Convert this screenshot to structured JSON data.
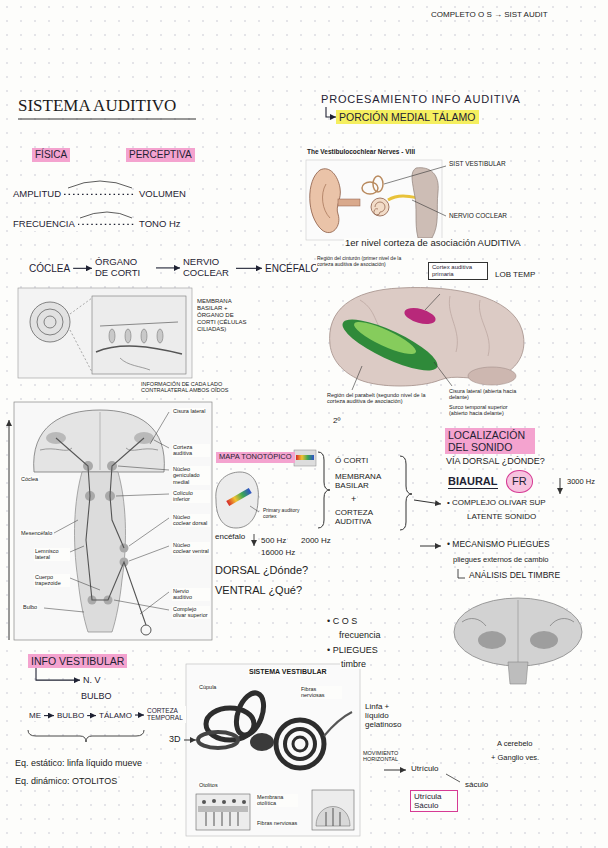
{
  "diagram": {
    "title": "SISTEMA AUDITIVO",
    "nodes": [
      {
        "text": [
          "PROCESAMIENTO INFO AUDITIVA"
        ]
      },
      {
        "text": [
          "PORCIÓN MEDIAL TÁLAMO"
        ]
      },
      {
        "text": [
          "FÍSICA"
        ]
      },
      {
        "text": [
          "PERCEPTIVA"
        ]
      },
      {
        "text": [
          "AMPLITUD"
        ]
      },
      {
        "text": [
          "VOLUMEN"
        ]
      },
      {
        "text": [
          "FRECUENCIA"
        ]
      },
      {
        "text": [
          "TONO Hz"
        ]
      },
      {
        "text": [
          "CÓCLEA"
        ]
      },
      {
        "text": [
          "ÓRGANO DE CORTI"
        ]
      },
      {
        "text": [
          "NERVIO COCLEAR"
        ]
      },
      {
        "text": [
          "ENCÉFALO"
        ]
      },
      {
        "text": [
          "Cortex auditiva primaria"
        ]
      },
      {
        "text": [
          "LOCALIZACIÓN DEL SONIDO"
        ]
      },
      {
        "text": [
          "BIAURAL"
        ]
      },
      {
        "text": [
          "FR"
        ]
      },
      {
        "text": [
          "MAPA TONOTÓPICO"
        ]
      },
      {
        "text": [
          "INFO VESTIBULAR"
        ]
      },
      {
        "text": [
          "N. V"
        ]
      },
      {
        "text": [
          "BULBO"
        ]
      },
      {
        "text": [
          "ME"
        ]
      },
      {
        "text": [
          "BULBO"
        ]
      },
      {
        "text": [
          "TÁLAMO"
        ]
      },
      {
        "text": [
          "CORTEZA TEMPORAL"
        ]
      },
      {
        "text": [
          "Utrícula Sáculo"
        ]
      }
    ],
    "edges": [
      {
        "from": 0,
        "to": 1,
        "arrow": "to"
      },
      {
        "from": 4,
        "to": 5,
        "arrow": "none"
      },
      {
        "from": 6,
        "to": 7,
        "arrow": "none"
      },
      {
        "from": 8,
        "to": 9,
        "arrow": "to"
      },
      {
        "from": 9,
        "to": 10,
        "arrow": "to"
      },
      {
        "from": 10,
        "to": 11,
        "arrow": "to"
      },
      {
        "from": 17,
        "to": 18,
        "arrow": "to"
      },
      {
        "from": 20,
        "to": 21,
        "arrow": "to"
      },
      {
        "from": 21,
        "to": 22,
        "arrow": "to"
      },
      {
        "from": 22,
        "to": 23,
        "arrow": "to"
      }
    ],
    "labels": [
      "COMPLETO O S → SIST AUDIT",
      "The Vestibulocochlear Nerves - VIII",
      "SIST VESTIBULAR",
      "NERVIO COCLEAR",
      "1er nivel corteza de asociación AUDITIVA",
      "LOB TEMP",
      "Región del cinturón (primer nivel de la corteza auditiva de asociación)",
      "Cisura lateral (abierta hacia delante)",
      "Región del parabelt (segundo nivel de la corteza auditiva de asociación)",
      "Surco temporal superior (abierto hacia delante)",
      "2º",
      "MEMBRANA BASILAR + ÓRGANO DE CORTI (CÉLULAS CILIADAS)",
      "INFORMACIÓN DE CADA LADO CONTRALATERAL AMBOS OÍDOS",
      "Cisura lateral",
      "Corteza auditiva",
      "Núcleo geniculado medial",
      "Colículo inferior",
      "Mesencéfalo",
      "Núcleo coclear dorsal",
      "Lemnisco lateral",
      "Núcleo coclear ventral",
      "Cuerpo trapezoide",
      "Nervio auditivo",
      "Complejo olivar superior",
      "Bulbo",
      "Cóclea",
      "encéfalo",
      "Primary auditory cortex",
      "500 Hz",
      "16000 Hz",
      "2000 Hz",
      "DORSAL ¿Dónde?",
      "VENTRAL ¿Qué?",
      "Ó CORTI",
      "MEMBRANA BASILAR",
      "+",
      "CORTEZA AUDITIVA",
      "VÍA DORSAL ¿DÓNDE?",
      "3000 Hz",
      "• COMPLEJO OLIVAR SUP",
      "LATENTE SONIDO",
      "• MECANISMO PLIEGUES",
      "pliegues externos de cambio",
      "ANÁLISIS DEL TIMBRE",
      "• C O S",
      "frecuencia",
      "• PLIEGUES",
      "timbre",
      "SISTEMA VESTIBULAR",
      "Cúpula",
      "Fibras nerviosas",
      "Linfa + líquido gelatinoso",
      "3D",
      "Utrículo",
      "sáculo",
      "MOVIMIENTO HORIZONTAL",
      "Otolitos",
      "Membrana otolítica",
      "Fibras nerviosas",
      "Eq. estático: linfa líquido mueve",
      "Eq. dinámico: OTOLITOS",
      "A cerebelo",
      "+ Ganglio ves."
    ]
  }
}
